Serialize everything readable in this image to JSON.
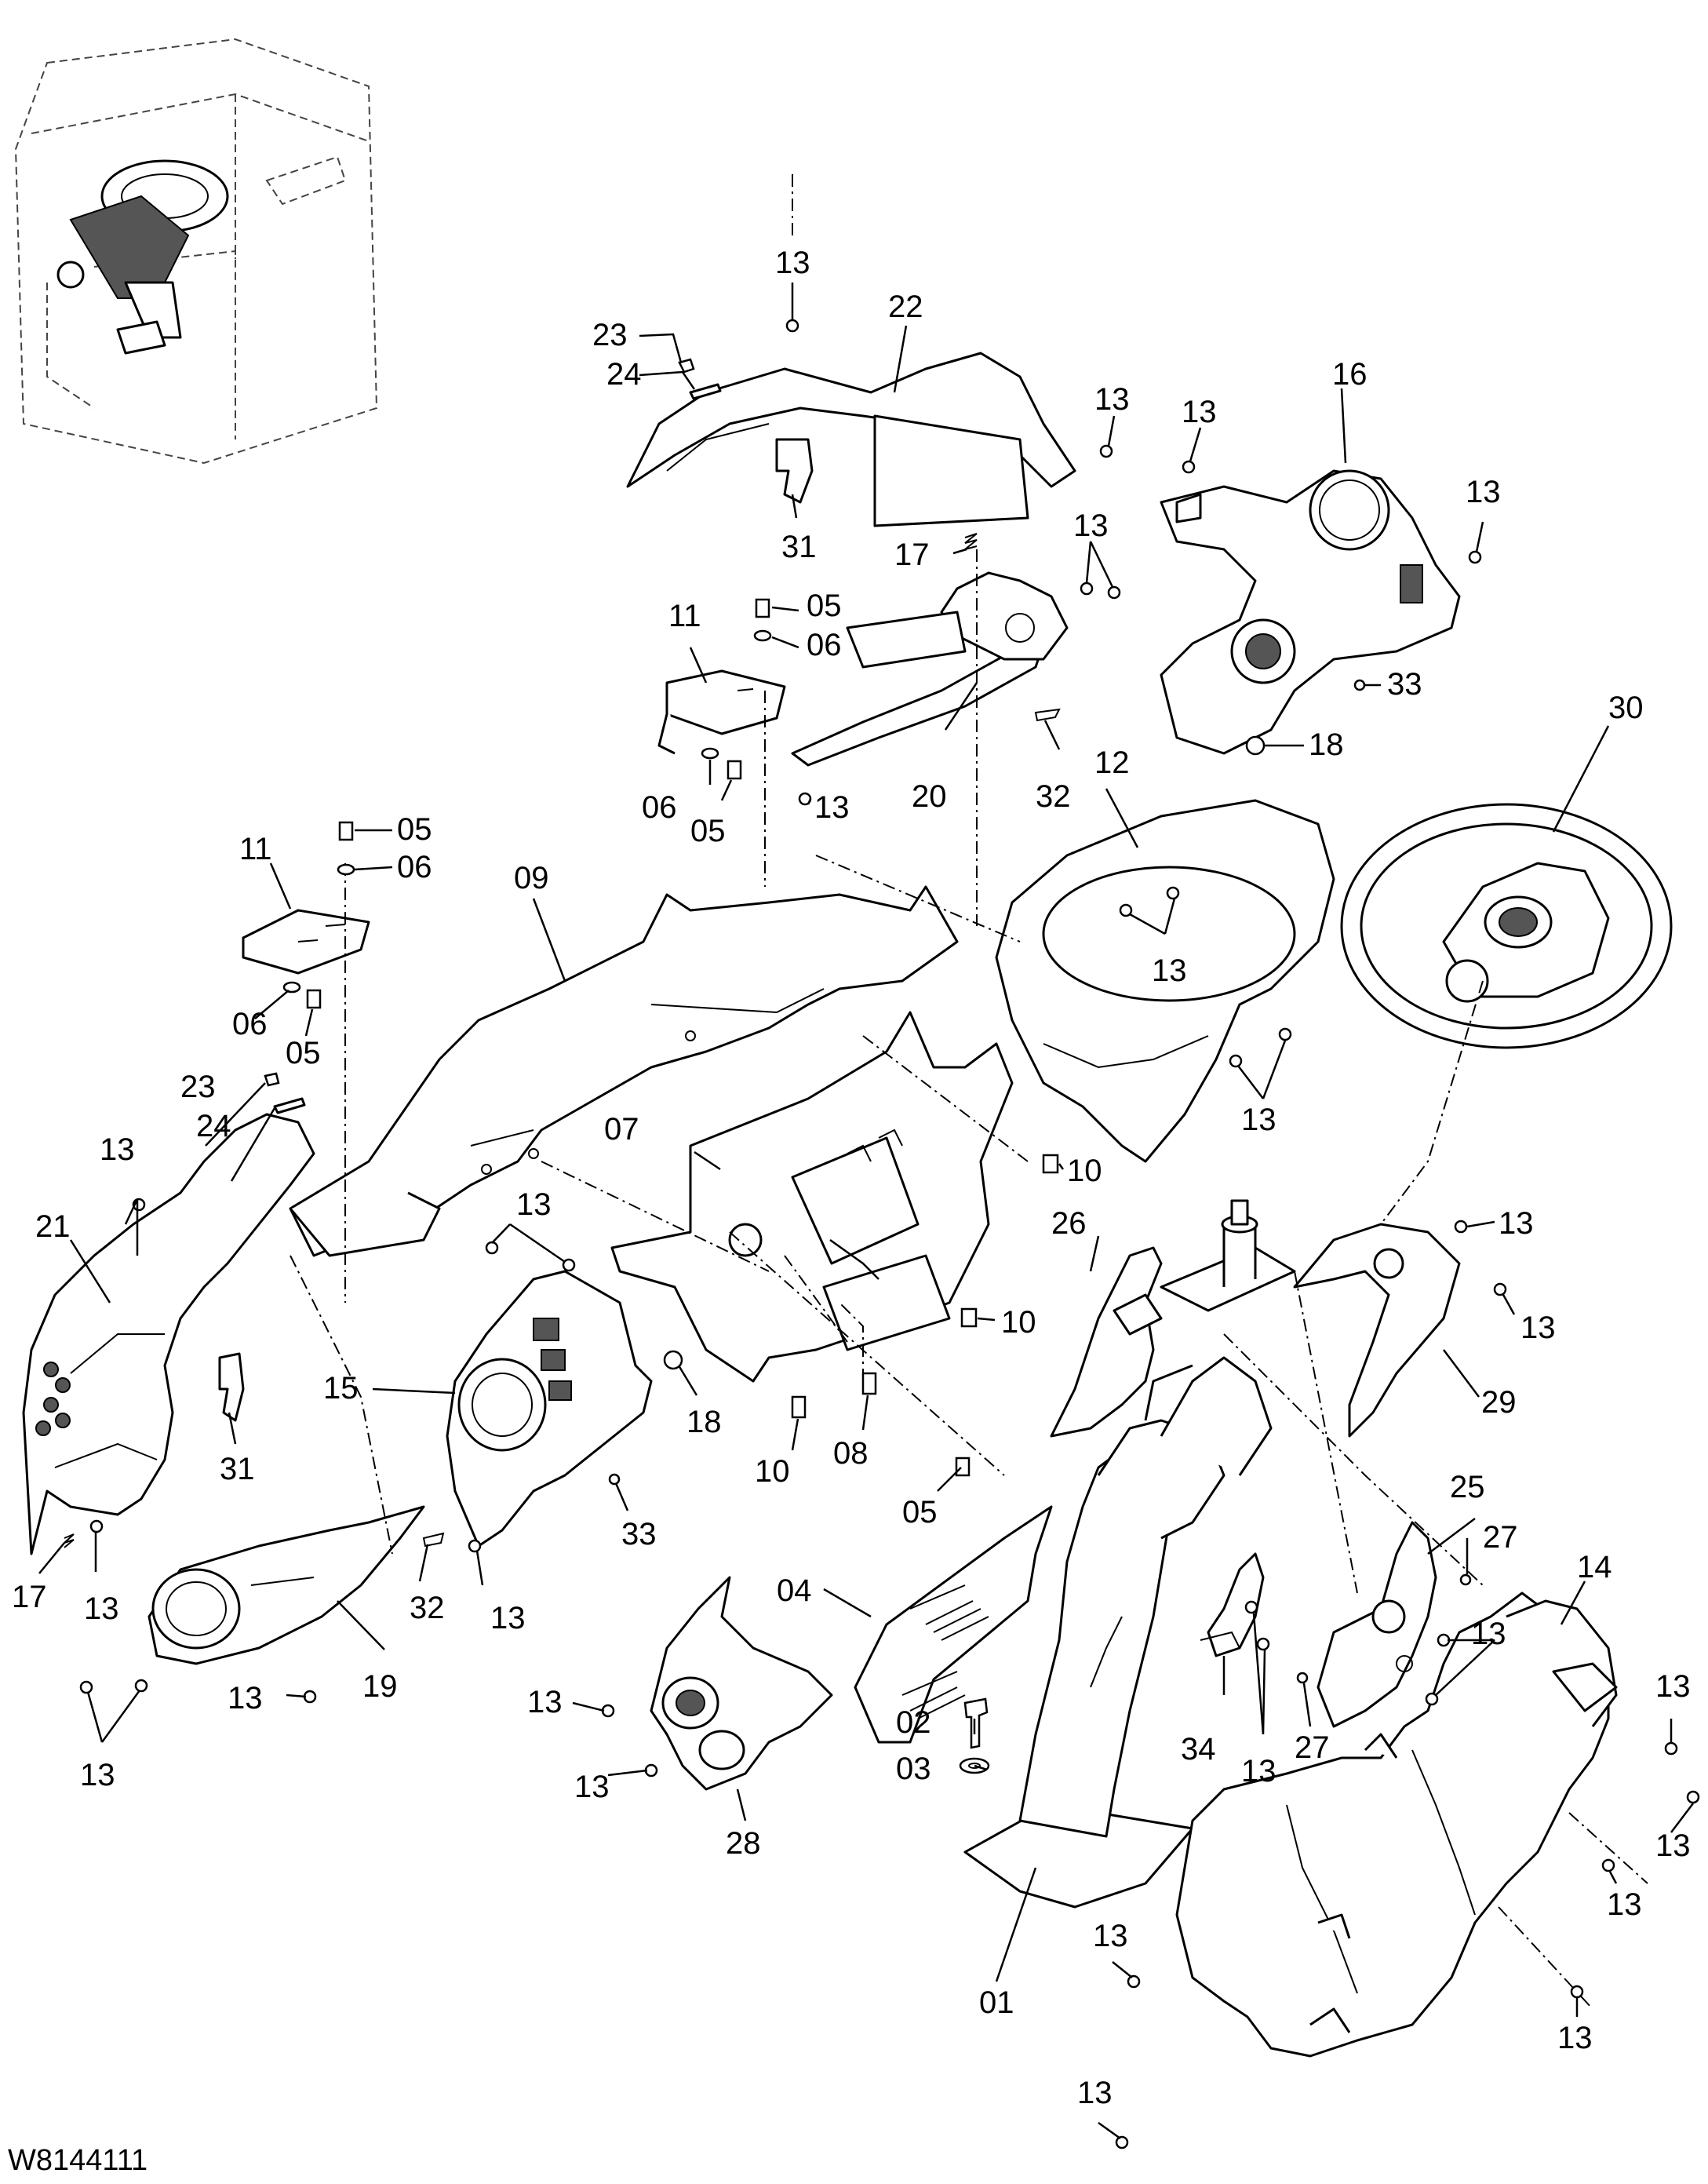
{
  "drawing_code": "W8144111",
  "callouts": {
    "c01": "01",
    "c02": "02",
    "c03": "03",
    "c04": "04",
    "c05a": "05",
    "c05b": "05",
    "c05c": "05",
    "c05d": "05",
    "c05e": "05",
    "c06a": "06",
    "c06b": "06",
    "c06c": "06",
    "c06d": "06",
    "c07": "07",
    "c08": "08",
    "c09": "09",
    "c10a": "10",
    "c10b": "10",
    "c10c": "10",
    "c11a": "11",
    "c11b": "11",
    "c12": "12",
    "c13a": "13",
    "c13b": "13",
    "c13c": "13",
    "c13d": "13",
    "c13e": "13",
    "c13f": "13",
    "c13g": "13",
    "c13h": "13",
    "c13i": "13",
    "c13j": "13",
    "c13k": "13",
    "c13l": "13",
    "c13m": "13",
    "c13n": "13",
    "c13o": "13",
    "c13p": "13",
    "c13q": "13",
    "c13r": "13",
    "c13s": "13",
    "c13t": "13",
    "c13u": "13",
    "c13v": "13",
    "c13w": "13",
    "c13x": "13",
    "c13y": "13",
    "c13z": "13",
    "c14": "14",
    "c15": "15",
    "c16": "16",
    "c17a": "17",
    "c17b": "17",
    "c18a": "18",
    "c18b": "18",
    "c19": "19",
    "c20": "20",
    "c21": "21",
    "c22": "22",
    "c23a": "23",
    "c23b": "23",
    "c24a": "24",
    "c24b": "24",
    "c25": "25",
    "c26": "26",
    "c27a": "27",
    "c27b": "27",
    "c28": "28",
    "c29": "29",
    "c30": "30",
    "c31a": "31",
    "c31b": "31",
    "c32a": "32",
    "c32b": "32",
    "c33a": "33",
    "c33b": "33",
    "c34": "34"
  }
}
